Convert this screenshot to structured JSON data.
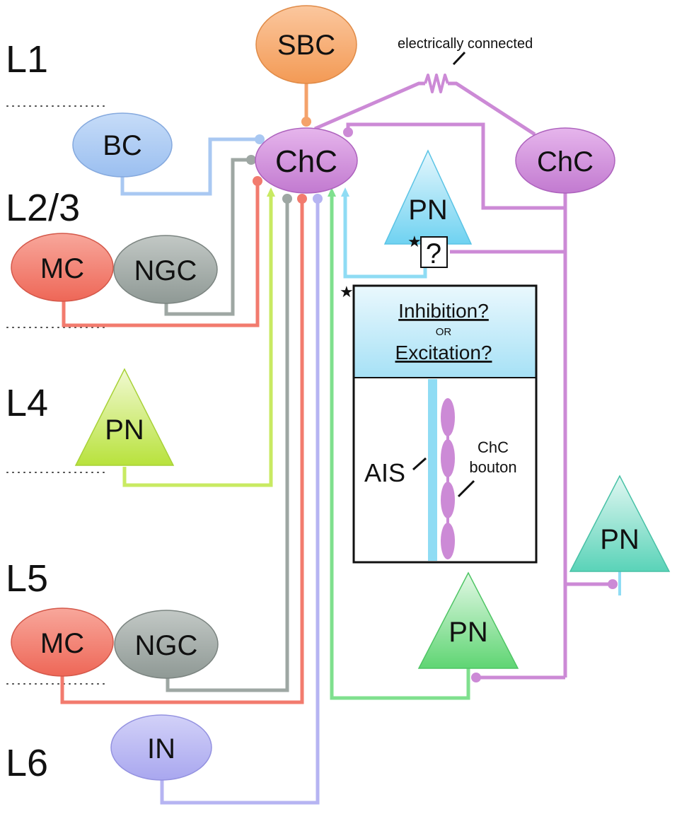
{
  "layers": [
    "L1",
    "L2/3",
    "L4",
    "L5",
    "L6"
  ],
  "cells": {
    "sbc": "SBC",
    "bc": "BC",
    "chc_main": "ChC",
    "chc_right": "ChC",
    "mc_l23": "MC",
    "ngc_l23": "NGC",
    "pn_l23": "PN",
    "pn_l4": "PN",
    "pn_right": "PN",
    "mc_l5": "MC",
    "ngc_l5": "NGC",
    "pn_l5": "PN",
    "in_l6": "IN"
  },
  "annotations": {
    "electrical": "electrically connected",
    "unknown_mark": "?",
    "star": "★"
  },
  "inset": {
    "line1": "Inhibition?",
    "or": "OR",
    "line2": "Excitation?",
    "ais": "AIS",
    "bouton_line1": "ChC",
    "bouton_line2": "bouton"
  },
  "colors": {
    "sbc": "#f7a86b",
    "bc": "#a9c8f2",
    "chc": "#cc8ad6",
    "mc": "#f27b6e",
    "ngc": "#9ea7a3",
    "pn_l4": "#c8ea62",
    "pn_l23": "#8fdcf4",
    "pn_l5": "#7fe08e",
    "pn_right": "#74dcc6",
    "in": "#b6b4f2",
    "inset_header": "#bfe8f8",
    "ais": "#8fdcf4"
  }
}
